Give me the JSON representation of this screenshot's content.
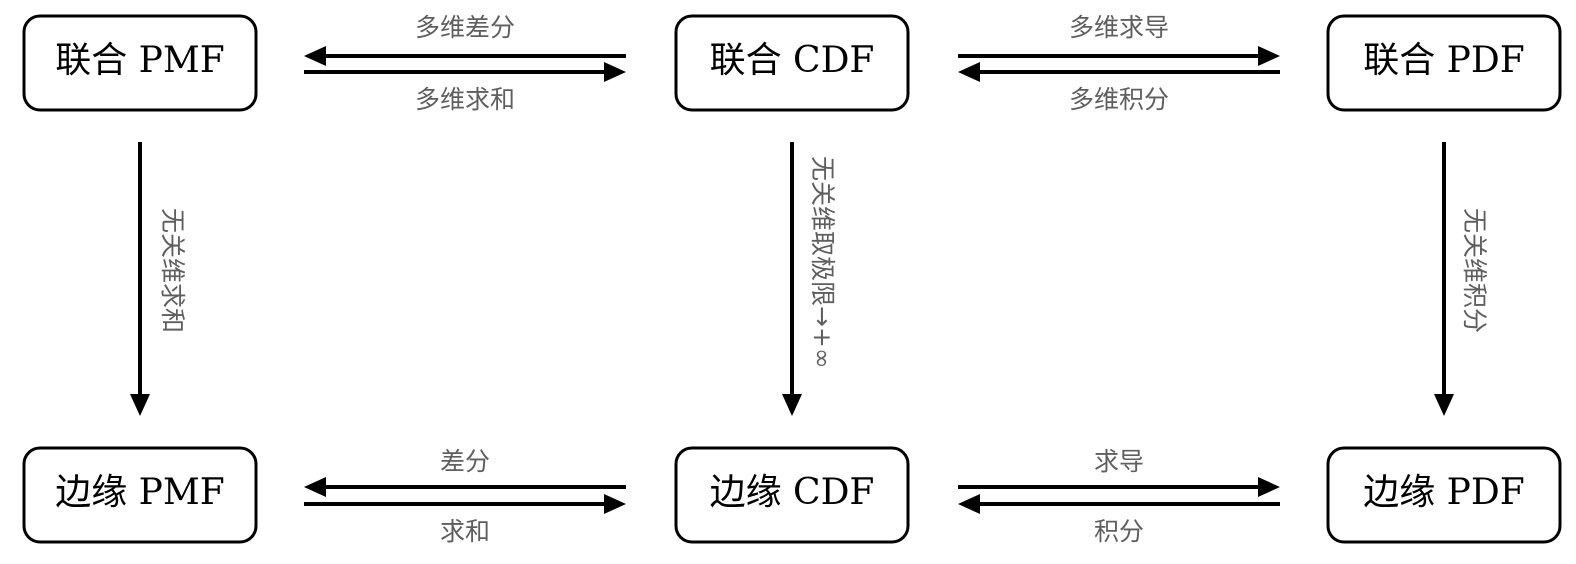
{
  "nodes": {
    "joint_pmf": "联合 PMF",
    "joint_cdf": "联合 CDF",
    "joint_pdf": "联合 PDF",
    "marginal_pmf": "边缘 PMF",
    "marginal_cdf": "边缘 CDF",
    "marginal_pdf": "边缘 PDF"
  },
  "edges": {
    "top_left_upper": "多维差分",
    "top_left_lower": "多维求和",
    "top_right_upper": "多维求导",
    "top_right_lower": "多维积分",
    "bottom_left_upper": "差分",
    "bottom_left_lower": "求和",
    "bottom_right_upper": "求导",
    "bottom_right_lower": "积分",
    "vertical_left": "无关维求和",
    "vertical_middle": "无关维取极限→+∞",
    "vertical_right": "无关维积分"
  }
}
